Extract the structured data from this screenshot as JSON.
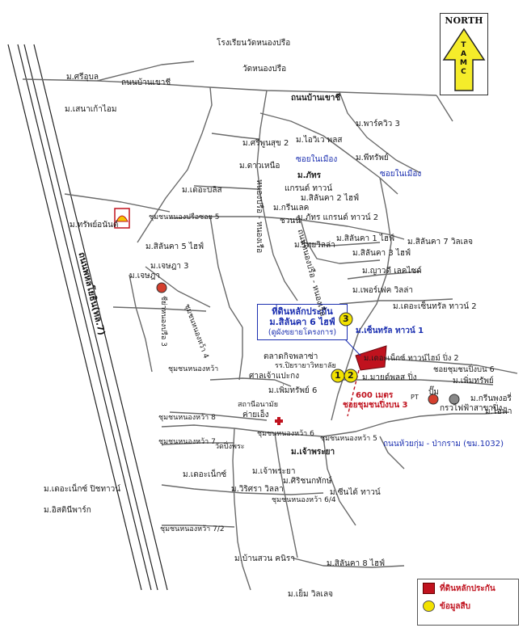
{
  "north": {
    "title": "NORTH",
    "letters": [
      "T",
      "A",
      "M",
      "C"
    ]
  },
  "legend": {
    "items": [
      {
        "label": "ที่ดินหลักประกัน",
        "color": "#c0121e",
        "shape": "square"
      },
      {
        "label": "ข้อมูลสืบ",
        "color": "#f2e200",
        "shape": "circle"
      }
    ]
  },
  "callout": {
    "line1": "ที่ดินหลักประกัน",
    "line2": "ม.สิลันคา 6 ไฮฟ์",
    "line3": "(ดูผังขยายโครงการ)"
  },
  "distance": {
    "label": "600 เมตร"
  },
  "markers": [
    {
      "num": "1"
    },
    {
      "num": "2"
    },
    {
      "num": "3"
    }
  ],
  "highway": {
    "label": "ถนนพหลโยธิน(ทล.7)"
  },
  "labels": {
    "l01": "ม.ศรีอุบล",
    "l02": "ถนนบ้านเขาชี",
    "l03": "ม.เสนาเก้าไอม",
    "l04": "โรงเรียนวัดหนองปรือ",
    "l05": "วัดหนองปรือ",
    "l06": "ถนนบ้านเขาชี",
    "l07": "ม.พาร์ควิว 3",
    "l08": "ม.ศรีพูนสุข 2",
    "l09": "ม.ไอวิเว พลส",
    "l10": "ม.ดาวเหนือ",
    "l11": "ซอยในเมือง",
    "l12": "ม.ภัทร",
    "l13": "ม.พีทรัพย์",
    "l14": "ซอยในเมือง",
    "l15": "แกรนด์ ทาวน์",
    "l16": "ม.สิลันคา 2 ไฮฟ์",
    "l17": "ม.เดอะบลิส",
    "l18": "ม.กรีนเลค",
    "l19": "ชวนนิ",
    "l20": "ม.ภัทร แกรนด์ ทาวน์ 2",
    "l21": "ชุมชนหนองปรือซอย 5",
    "l22": "ม.ทรัพย์อนันต์",
    "l23": "ม.ไทยวิลล่า",
    "l24": "ม.สิลันคา 1 ไฮฟ์",
    "l25": "ม.สิลันคา 7 วิลเลจ",
    "l26": "ม.สิลันคา 5 ไฮฟ์",
    "l27": "ม.สิลันคา 3 ไฮฟ์",
    "l28": "ม.เจษฎา 3",
    "l29": "ม.เจษฎา",
    "l30": "ม.ญาวดี เลคไซด์",
    "l31": "ม.เพอร์เฟค วิลล่า",
    "l32": "ม.เดอะเซ็นทรัล ทาวน์ 2",
    "l33": "ม.เซ็นทรัล ทาวน์ 1",
    "l34": "ม.เดอะเน็กซ์ ทาวน์ไฮม์ ปิ่ง 2",
    "l35": "ชอยชุมชนปิ่งบน 6",
    "l36": "ตลาดกิจพลาซ่า",
    "l37": "รร.ปิยรายาวิทยาลัย",
    "l38": "ศาลเจ้าแปะกง",
    "l39": "ม.มายด์พลส ปิ่ง",
    "l40": "ม.เพิ่มทรัพย์",
    "l41": "ชุมชนหนองหว้า",
    "l42": "ม.เพิ่มทรัพย์ 6",
    "l43": "สถานีอนามัย",
    "l44": "ค่ายเอ็ง",
    "l45": "ชอยชุมชนปิ่งบน 3",
    "l46": "ปั๊ม",
    "l47": "ม.กรีนพงอรี่",
    "l48": "ม.ไอฟ้า",
    "l49": "กรวไฟฟ้าสาขาปิ่ง",
    "l50": "ชุมชนหนองหว้า 8",
    "l51": "ชุมชนหนองหว้า 6",
    "l52": "ชุมชนหนองหว้า 5",
    "l53": "ถนนห้วยกุ่ม - ป่ากราม (ขม.1032)",
    "l54": "ชุมชนหนองหว้า 7",
    "l55": "วัดปิ่งพระ",
    "l56": "ม.เจ้าพระยา",
    "l57": "ม.เดอะเน็กซ์",
    "l58": "ม.เจ้าพระยา",
    "l59": "ม.ศิริชนกทักษ์",
    "l60": "ม.เดอะเน็กซ์ ปิชทาวน์",
    "l61": "ม.ซีนได้ ทาวน์",
    "l62": "ม.วิริศรา วิลลา",
    "l63": "ชุมชนหนองหว้า 6/4",
    "l64": "ม.อิสตินีพาร์ก",
    "l65": "ชุมชนหนองหว้า 7/2",
    "l66": "ม.บ้านสวน คนิรา",
    "l67": "ม.สิลันคา 8 ไฮฟ์",
    "l68": "ม.เย็ม วิลเลจ",
    "l69": "PT",
    "l70": "หนองปรือ - หนองเรือ",
    "l71": "ถนนหนองปรือ - หนองเรือ",
    "l72": "ชีย่าหนองปรือ 3",
    "l73": "ชุมชนหนองหว้า 4"
  }
}
